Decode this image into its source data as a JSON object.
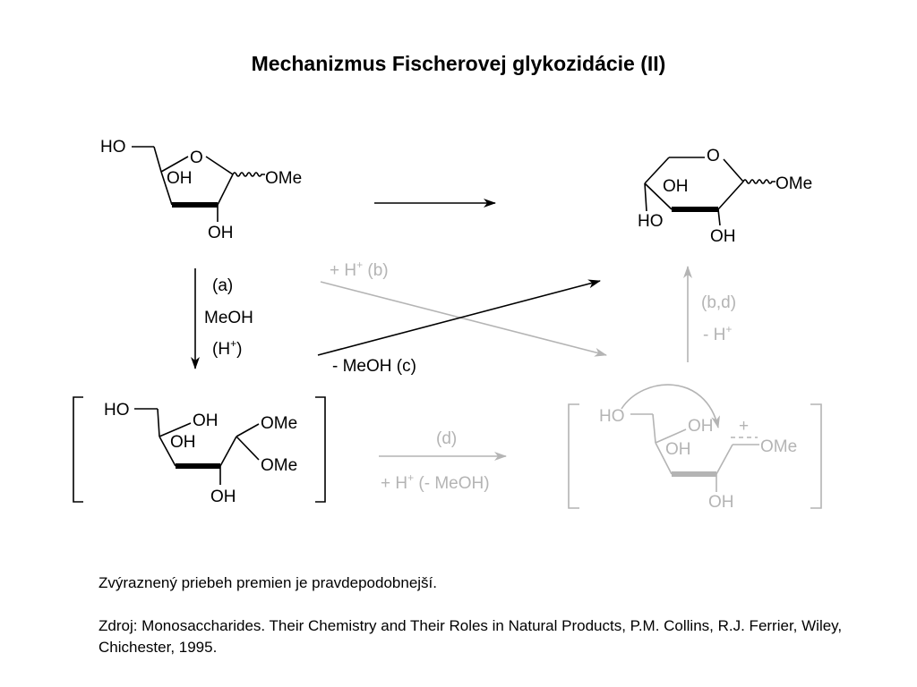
{
  "title": "Mechanizmus Fischerovej glykozidácie (II)",
  "colors": {
    "primary": "#000000",
    "faded": "#b4b4b4"
  },
  "structures": {
    "furanoside": {
      "ho": "HO",
      "ring_o": "O",
      "oh_ring": "OH",
      "ome": "OMe",
      "oh_bottom": "OH"
    },
    "pyranoside": {
      "ring_o": "O",
      "ome": "OMe",
      "oh_inner": "OH",
      "oh_left": "HO",
      "oh_bottom": "OH"
    },
    "acetal": {
      "ho": "HO",
      "oh_top": "OH",
      "oh_mid": "OH",
      "ome_top": "OMe",
      "ome_bottom": "OMe",
      "oh_bottom": "OH"
    },
    "oxocarbenium": {
      "ho": "HO",
      "oh_top": "OH",
      "plus": "+",
      "oh_mid": "OH",
      "ome": "OMe",
      "oh_bottom": "OH"
    }
  },
  "labels": {
    "a_step": "(a)",
    "a_reagent": "MeOH",
    "a_cat": "(H",
    "a_cat_sup": "+",
    "a_cat_close": ")",
    "b_label": "+ H",
    "b_sup": "+",
    "b_tail": " (b)",
    "c_label": "- MeOH (c)",
    "bd_step": "(b,d)",
    "bd_label": "- H",
    "bd_sup": "+",
    "d_step": "(d)",
    "d_label": "+ H",
    "d_sup": "+",
    "d_tail": " (- MeOH)"
  },
  "notes": [
    "Zvýraznený priebeh premien je pravdepodobnejší.",
    "Zdroj: Monosaccharides. Their Chemistry and Their Roles in Natural Products, P.M. Collins, R.J. Ferrier, Wiley, Chichester, 1995."
  ]
}
